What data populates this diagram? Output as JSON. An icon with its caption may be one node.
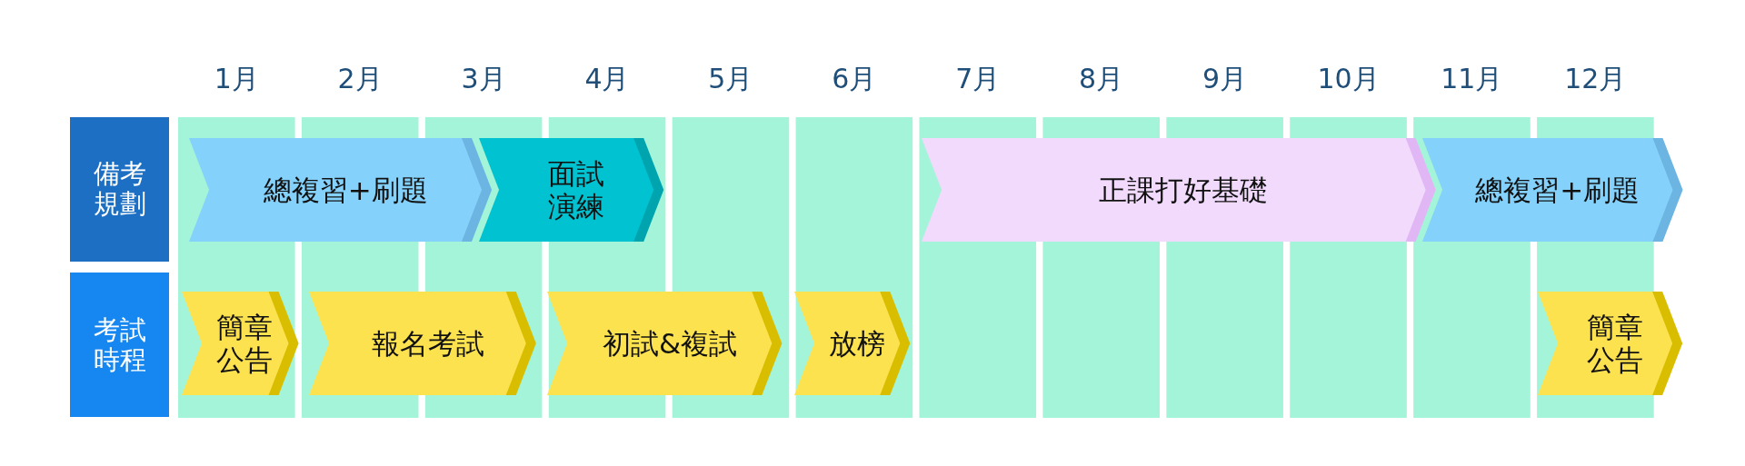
{
  "diagram": {
    "nodes": [
      {
        "text": [
          "備考規劃"
        ]
      },
      {
        "text": [
          "考試時程"
        ]
      },
      {
        "text": [
          "總複習+刷題"
        ]
      },
      {
        "text": [
          "面試演練"
        ]
      },
      {
        "text": [
          "正課打好基礎"
        ]
      },
      {
        "text": [
          "總複習+刷題"
        ]
      },
      {
        "text": [
          "簡章公告"
        ]
      },
      {
        "text": [
          "報名考試"
        ]
      },
      {
        "text": [
          "初試&複試"
        ]
      },
      {
        "text": [
          "放榜"
        ]
      },
      {
        "text": [
          "簡章公告"
        ]
      }
    ],
    "labels": [
      "1月",
      "2月",
      "3月",
      "4月",
      "5月",
      "6月",
      "7月",
      "8月",
      "9月",
      "10月",
      "11月",
      "12月"
    ]
  }
}
